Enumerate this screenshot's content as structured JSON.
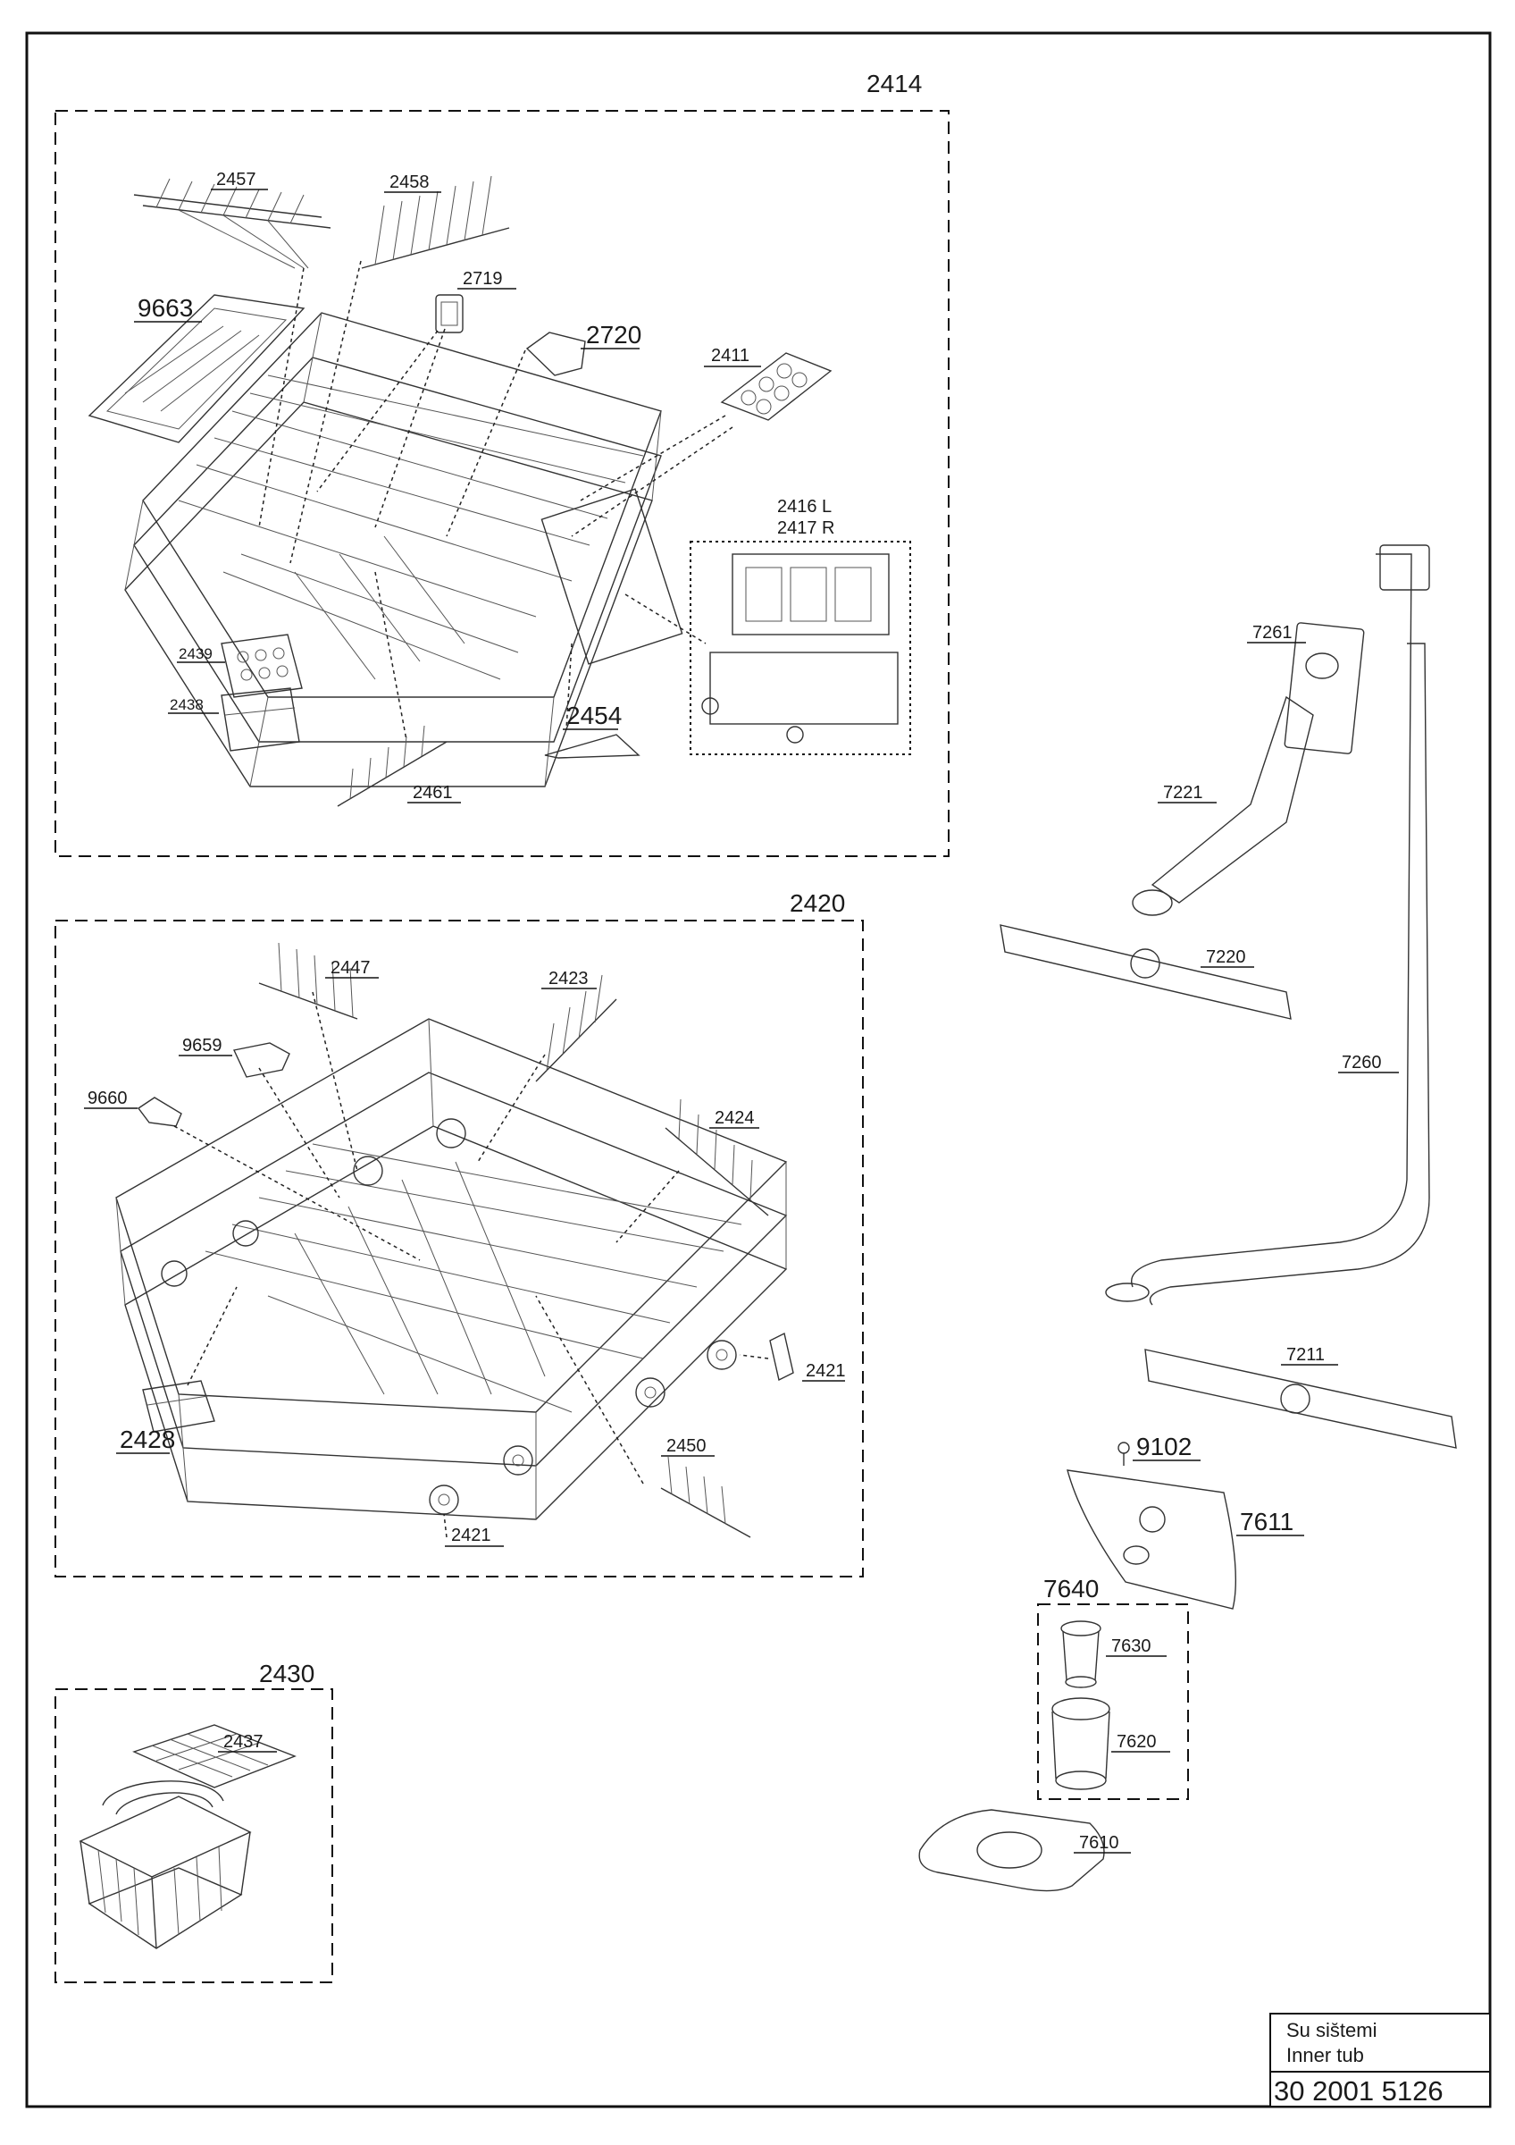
{
  "title_block": {
    "line1": "Su sis̆temi",
    "line2": "Inner tub",
    "part_number": "30 2001 5126"
  },
  "groups": {
    "upper_basket": "2414",
    "lower_basket": "2420",
    "cutlery_basket": "2430",
    "filter_group": "7640",
    "rail_side": [
      "2416 L",
      "2417 R"
    ]
  },
  "labels": {
    "p2457": "2457",
    "p2458": "2458",
    "p9663": "9663",
    "p2719": "2719",
    "p2720": "2720",
    "p2411": "2411",
    "p2439": "2439",
    "p2438": "2438",
    "p2454": "2454",
    "p2461": "2461",
    "p2447": "2447",
    "p2423": "2423",
    "p9659": "9659",
    "p9660": "9660",
    "p2424": "2424",
    "p2421a": "2421",
    "p2428": "2428",
    "p2450": "2450",
    "p2421b": "2421",
    "p2437": "2437",
    "p7261": "7261",
    "p7221": "7221",
    "p7220": "7220",
    "p7260": "7260",
    "p7211": "7211",
    "p9102": "9102",
    "p7611": "7611",
    "p7630": "7630",
    "p7620": "7620",
    "p7610": "7610"
  }
}
